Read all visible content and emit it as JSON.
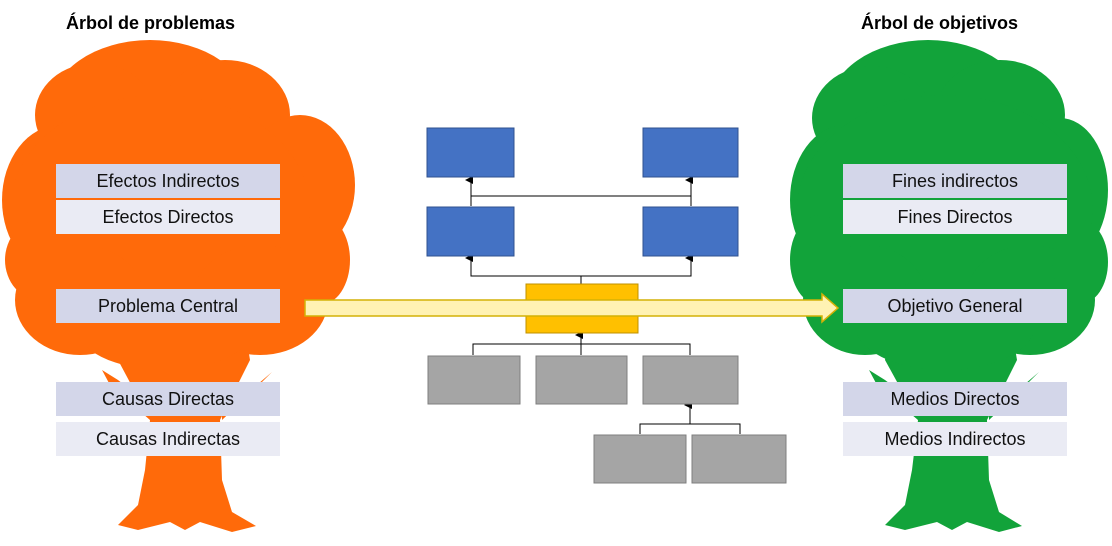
{
  "titles": {
    "left": "Árbol de problemas",
    "right": "Árbol de objetivos"
  },
  "problem_tree": {
    "color": "#ff6a0a",
    "labels": {
      "indirect_effects": "Efectos Indirectos",
      "direct_effects": "Efectos Directos",
      "central_problem": "Problema Central",
      "direct_causes": "Causas Directas",
      "indirect_causes": "Causas Indirectas"
    }
  },
  "objective_tree": {
    "color": "#12a33a",
    "labels": {
      "indirect_ends": "Fines indirectos",
      "direct_ends": "Fines Directos",
      "general_objective": "Objetivo General",
      "direct_means": "Medios Directos",
      "indirect_means": "Medios Indirectos"
    }
  },
  "colors": {
    "label_dark": "#d3d6e9",
    "label_light": "#eaebf4",
    "box_blue": "#4472c4",
    "box_yellow": "#ffc000",
    "box_gray": "#a5a5a5",
    "arrow_fill": "#fff2b3",
    "arrow_stroke": "#d4b106"
  }
}
